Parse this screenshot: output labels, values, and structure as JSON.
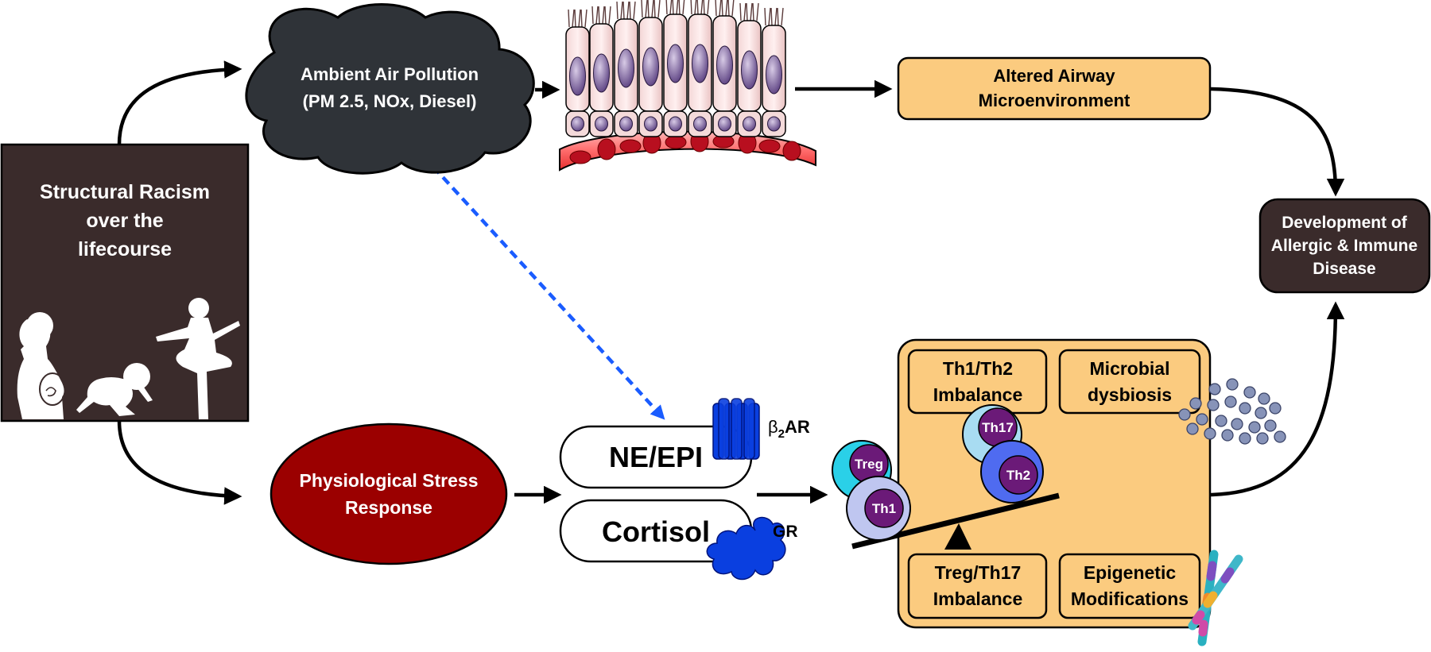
{
  "left_box": {
    "lines": [
      "Structural Racism",
      "over the",
      "lifecourse"
    ],
    "silhouettes": [
      "pregnant-woman-icon",
      "crawling-baby-icon",
      "dancing-child-icon"
    ]
  },
  "pollution_cloud": {
    "line1": "Ambient Air Pollution",
    "line2": "(PM 2.5, NOx, Diesel)"
  },
  "epithelium": {
    "icon": "airway-epithelium-icon"
  },
  "altered_airway": {
    "line1": "Altered Airway",
    "line2": "Microenvironment"
  },
  "disease_box": {
    "lines": [
      "Development of",
      "Allergic & Immune",
      "Disease"
    ]
  },
  "stress_response": {
    "line1": "Physiological Stress",
    "line2": "Response"
  },
  "hormones": {
    "ne_epi": "NE/EPI",
    "cortisol": "Cortisol",
    "beta_receptor": {
      "beta": "β",
      "sub": "2",
      "suffix": "AR"
    },
    "gr": "GR"
  },
  "immune_panel": {
    "th1_th2": {
      "line1": "Th1/Th2",
      "line2": "Imbalance"
    },
    "microbial": {
      "line1": "Microbial",
      "line2": "dysbiosis"
    },
    "treg_th17": {
      "line1": "Treg/Th17",
      "line2": "Imbalance"
    },
    "epigenetic": {
      "line1": "Epigenetic",
      "line2": "Modifications"
    },
    "cells": {
      "treg": "Treg",
      "th1": "Th1",
      "th17": "Th17",
      "th2": "Th2"
    }
  },
  "colors": {
    "dark_brown": "#3a2b2b",
    "cloud": "#2f3338",
    "orange_fill": "#fbcb7f",
    "stress_red": "#9b0000",
    "dashed_blue": "#1a5cff",
    "receptor_blue": "#0a3fe0",
    "cell_purple": "#6b1a78"
  }
}
